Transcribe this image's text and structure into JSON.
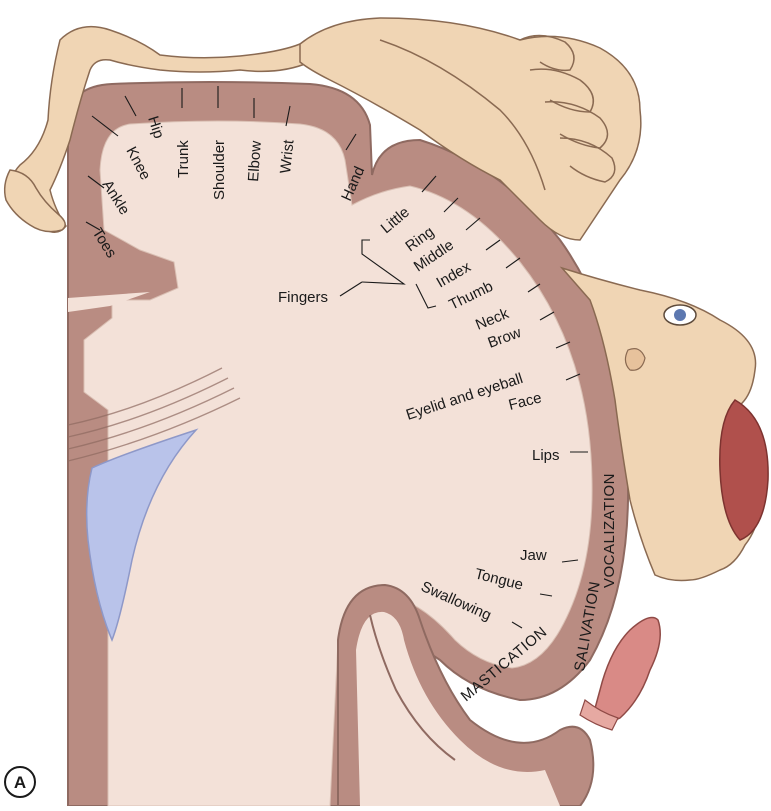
{
  "panel_label": "A",
  "colors": {
    "cortex": "#b98c82",
    "cortex_edge": "#8f6a61",
    "white_matter": "#f3e1d8",
    "ventricle": "#b9c3ea",
    "body_skin": "#f0d5b4",
    "body_edge": "#8a6a52",
    "tongue": "#d98a86"
  },
  "labels": {
    "toes": "Toes",
    "ankle": "Ankle",
    "knee": "Knee",
    "hip": "Hip",
    "trunk": "Trunk",
    "shoulder": "Shoulder",
    "elbow": "Elbow",
    "wrist": "Wrist",
    "hand": "Hand",
    "little": "Little",
    "ring": "Ring",
    "middle": "Middle",
    "index": "Index",
    "thumb": "Thumb",
    "fingers": "Fingers",
    "neck": "Neck",
    "brow": "Brow",
    "eyelid_eyeball": "Eyelid and eyeball",
    "face": "Face",
    "lips": "Lips",
    "jaw": "Jaw",
    "tongue": "Tongue",
    "swallowing": "Swallowing",
    "vocalization": "VOCALIZATION",
    "salivation": "SALIVATION",
    "mastication": "MASTICATION"
  }
}
